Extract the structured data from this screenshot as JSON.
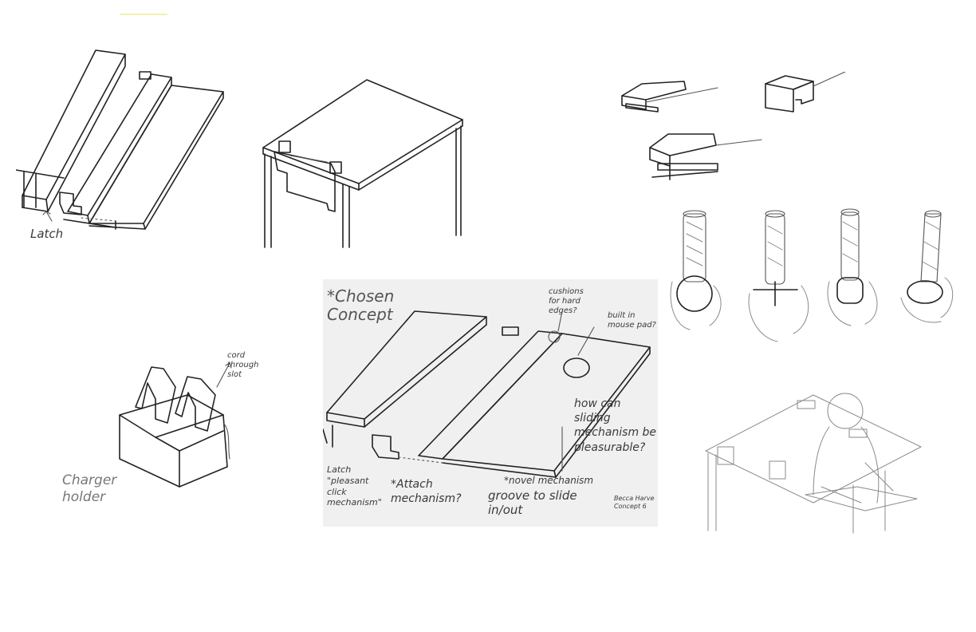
{
  "labels": {
    "latch_top": "Latch",
    "chosen_line1": "*Chosen",
    "chosen_line2": "Concept",
    "cushions": "cushions\nfor hard\nedges?",
    "built_in": "built in\nmouse pad?",
    "how_can": "how can\nsliding\nmechanism be\npleasurable?",
    "latch_pleasant": "Latch\n\"pleasant\nclick\nmechanism\"",
    "attach": "*Attach\nmechanism?",
    "novel": "*novel mechanism",
    "groove": "groove to slide\nin/out",
    "signature": "Becca Harve\nConcept 6",
    "cord": "cord\nthrough\nslot",
    "charger": "Charger\nholder"
  },
  "colors": {
    "ink": "#222222",
    "pencil": "#8a8a8a",
    "paper_gray": "#f0f0f0",
    "background": "#ffffff"
  }
}
